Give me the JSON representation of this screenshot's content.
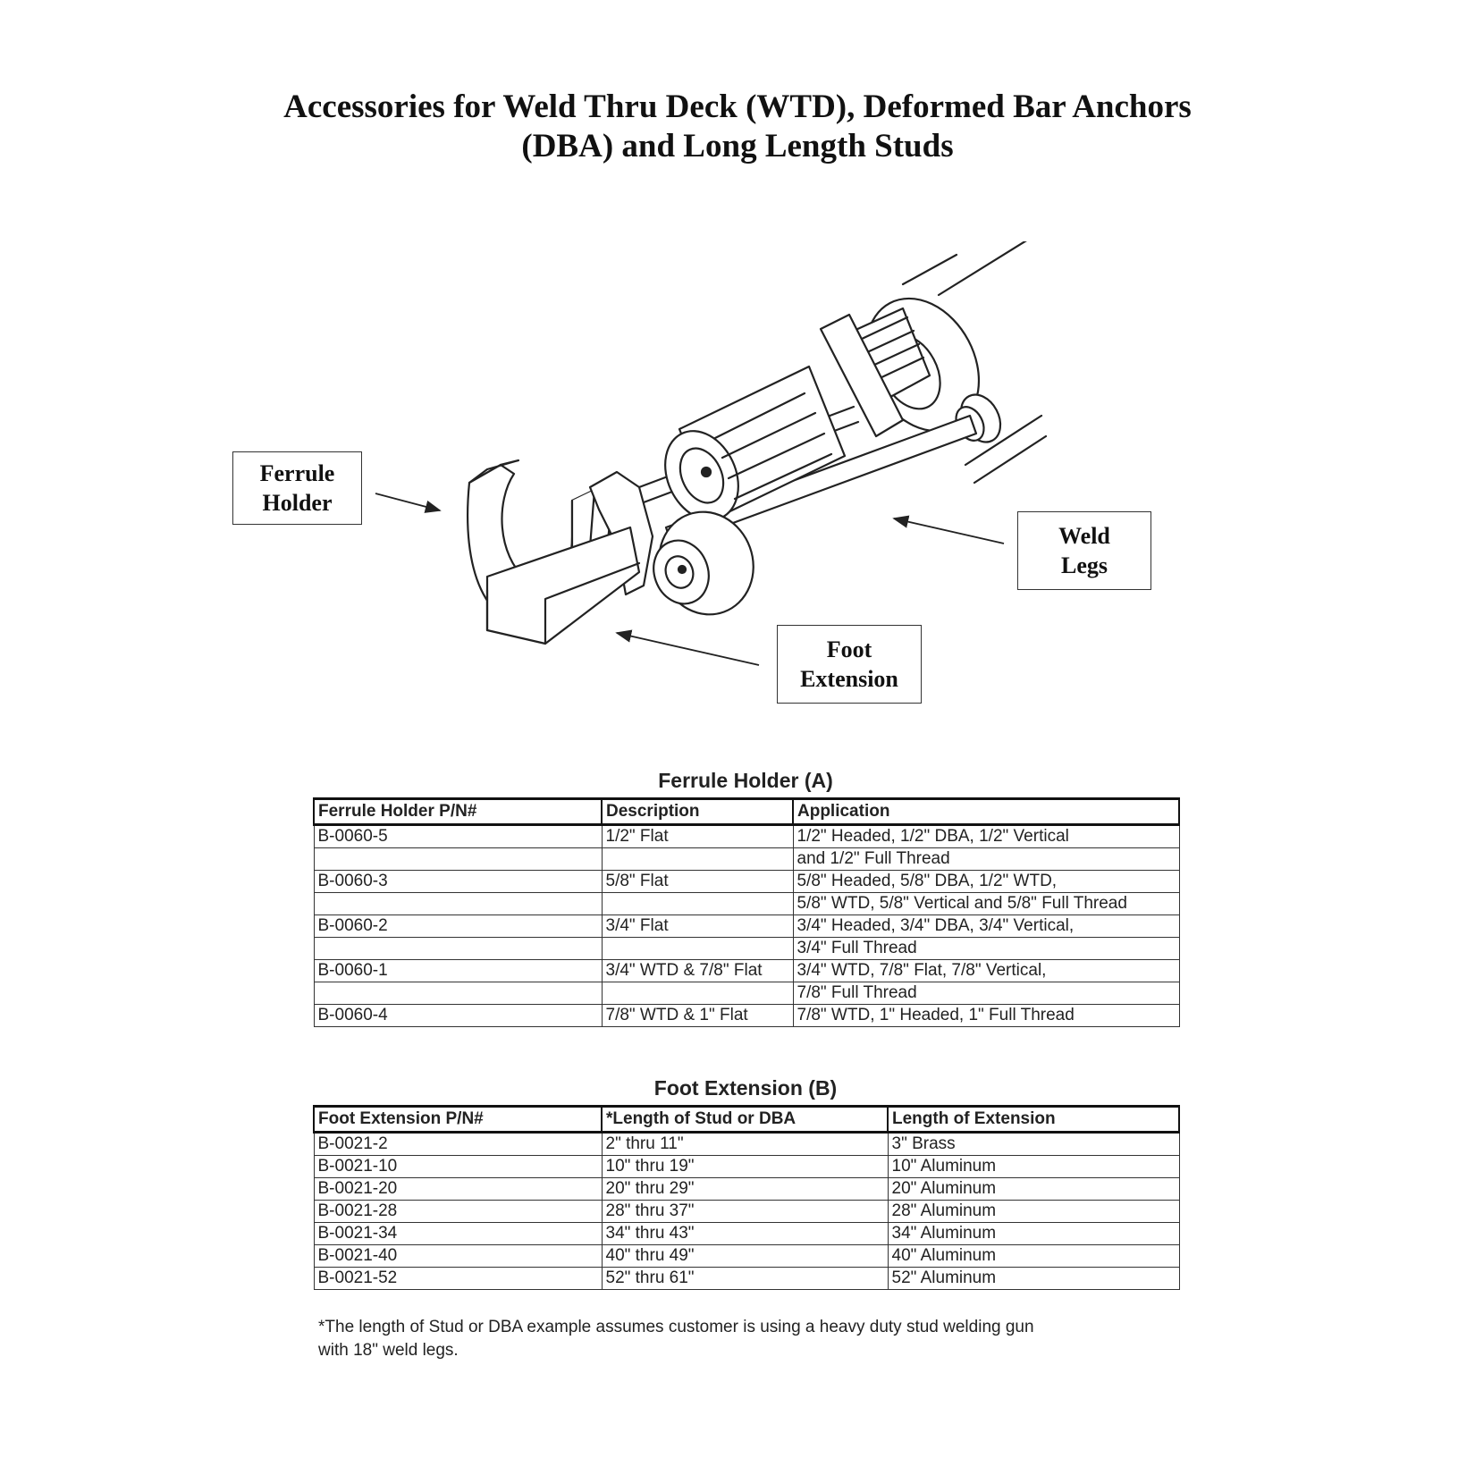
{
  "title": {
    "line1": "Accessories for Weld Thru Deck (WTD), Deformed Bar Anchors",
    "line2": "(DBA) and Long Length Studs"
  },
  "diagram": {
    "callouts": {
      "ferrule_holder": [
        "Ferrule",
        "Holder"
      ],
      "weld_legs": [
        "Weld",
        "Legs"
      ],
      "foot_extension": [
        "Foot",
        "Extension"
      ]
    }
  },
  "ferrule_table": {
    "title": "Ferrule Holder (A)",
    "headers": [
      "Ferrule Holder P/N#",
      "Description",
      "Application"
    ],
    "rows": [
      [
        "B-0060-5",
        "1/2\" Flat",
        "1/2\" Headed, 1/2\" DBA, 1/2\" Vertical"
      ],
      [
        "",
        "",
        "and 1/2\" Full Thread"
      ],
      [
        "B-0060-3",
        "5/8\" Flat",
        "5/8\" Headed, 5/8\" DBA, 1/2\" WTD,"
      ],
      [
        "",
        "",
        "5/8\" WTD, 5/8\" Vertical and 5/8\" Full Thread"
      ],
      [
        "B-0060-2",
        "3/4\" Flat",
        "3/4\" Headed, 3/4\" DBA, 3/4\" Vertical,"
      ],
      [
        "",
        "",
        "3/4\" Full Thread"
      ],
      [
        "B-0060-1",
        "3/4\" WTD & 7/8\" Flat",
        "3/4\" WTD, 7/8\" Flat, 7/8\" Vertical,"
      ],
      [
        "",
        "",
        "7/8\" Full Thread"
      ],
      [
        "B-0060-4",
        "7/8\" WTD & 1\" Flat",
        "7/8\" WTD, 1\" Headed, 1\" Full Thread"
      ]
    ]
  },
  "foot_table": {
    "title": "Foot Extension (B)",
    "headers": [
      "Foot Extension P/N#",
      "*Length of Stud or DBA",
      "Length of Extension"
    ],
    "rows": [
      [
        "B-0021-2",
        "2\" thru 11\"",
        "3\" Brass"
      ],
      [
        "B-0021-10",
        "10\" thru 19\"",
        "10\" Aluminum"
      ],
      [
        "B-0021-20",
        "20\" thru 29\"",
        "20\" Aluminum"
      ],
      [
        "B-0021-28",
        "28\" thru 37\"",
        "28\" Aluminum"
      ],
      [
        "B-0021-34",
        "34\" thru 43\"",
        "34\" Aluminum"
      ],
      [
        "B-0021-40",
        "40\" thru 49\"",
        "40\" Aluminum"
      ],
      [
        "B-0021-52",
        "52\" thru 61\"",
        "52\" Aluminum"
      ]
    ]
  },
  "footnote": {
    "line1": "*The length of Stud or DBA example assumes customer is using a heavy duty stud welding gun",
    "line2": "with 18\" weld legs."
  }
}
